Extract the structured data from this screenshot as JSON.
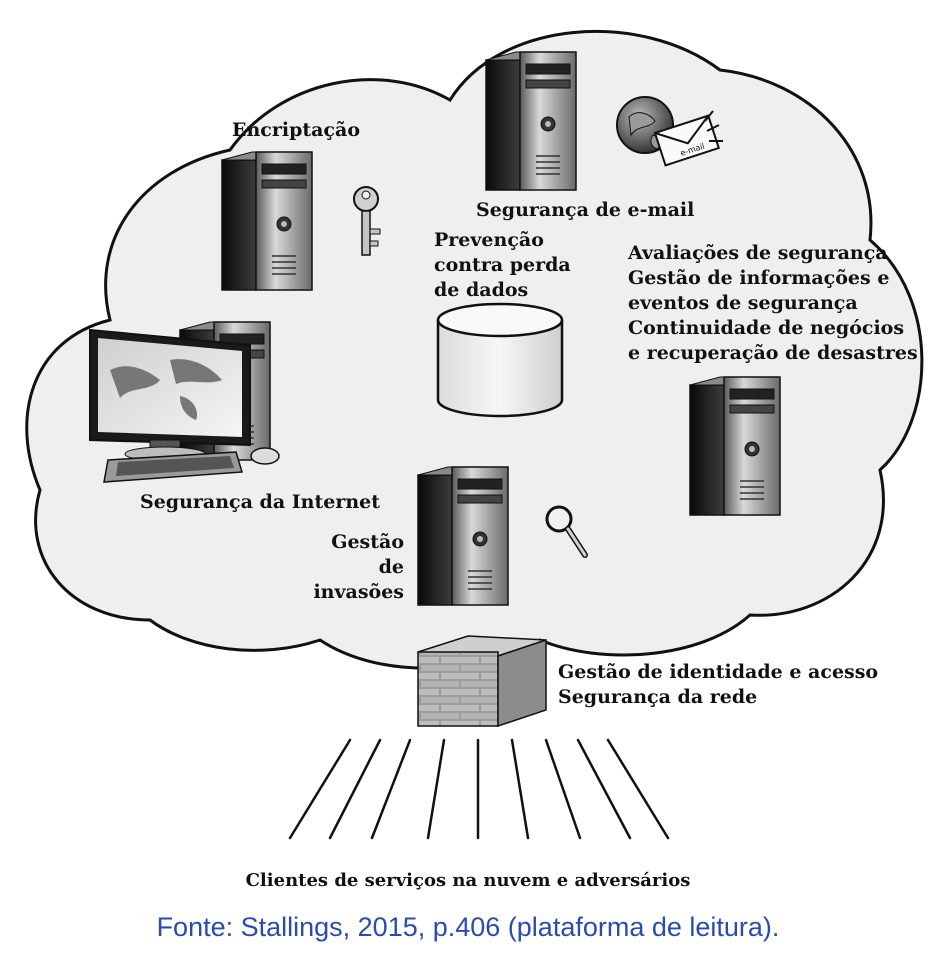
{
  "diagram": {
    "labels": {
      "encryption": "Encriptação",
      "email_security": "Segurança de e-mail",
      "dlp": [
        "Prevenção",
        "contra perda",
        "de dados"
      ],
      "services": [
        "Avaliações de segurança",
        "Gestão de informações e",
        "eventos de segurança",
        "Continuidade de negócios",
        "e recuperação de desastres"
      ],
      "internet_security": "Segurança da Internet",
      "intrusion_management": [
        "Gestão de",
        "invasões"
      ],
      "network": [
        "Gestão de identidade e acesso",
        "Segurança da rede"
      ],
      "clients": "Clientes de serviços na nuvem e adversários"
    },
    "email_envelope_text": "e-mail"
  },
  "caption": "Fonte: Stallings, 2015, p.406 (plataforma de leitura).",
  "colors": {
    "caption": "#2a4bb0",
    "cloud_fill": "#efefef",
    "outline": "#111111"
  },
  "icons": [
    "server-tower-icon",
    "key-icon",
    "globe-email-icon",
    "database-cylinder-icon",
    "desktop-computer-icon",
    "magnifier-icon",
    "firewall-brick-icon"
  ]
}
